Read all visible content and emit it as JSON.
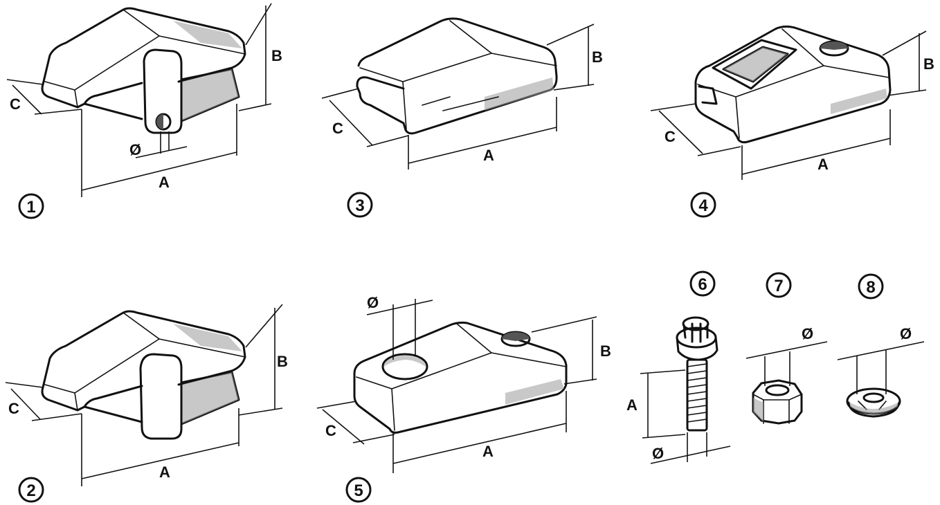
{
  "parts": [
    {
      "number": "1",
      "dims": {
        "a": "A",
        "b": "B",
        "c": "C",
        "d": "Ø"
      }
    },
    {
      "number": "2",
      "dims": {
        "a": "A",
        "b": "B",
        "c": "C"
      }
    },
    {
      "number": "3",
      "dims": {
        "a": "A",
        "b": "B",
        "c": "C"
      }
    },
    {
      "number": "4",
      "dims": {
        "a": "A",
        "b": "B",
        "c": "C"
      }
    },
    {
      "number": "5",
      "dims": {
        "a": "A",
        "b": "B",
        "c": "C",
        "d": "Ø"
      }
    },
    {
      "number": "6",
      "dims": {
        "a": "A",
        "d": "Ø"
      }
    },
    {
      "number": "7",
      "dims": {
        "d": "Ø"
      }
    },
    {
      "number": "8",
      "dims": {
        "d": "Ø"
      }
    }
  ]
}
